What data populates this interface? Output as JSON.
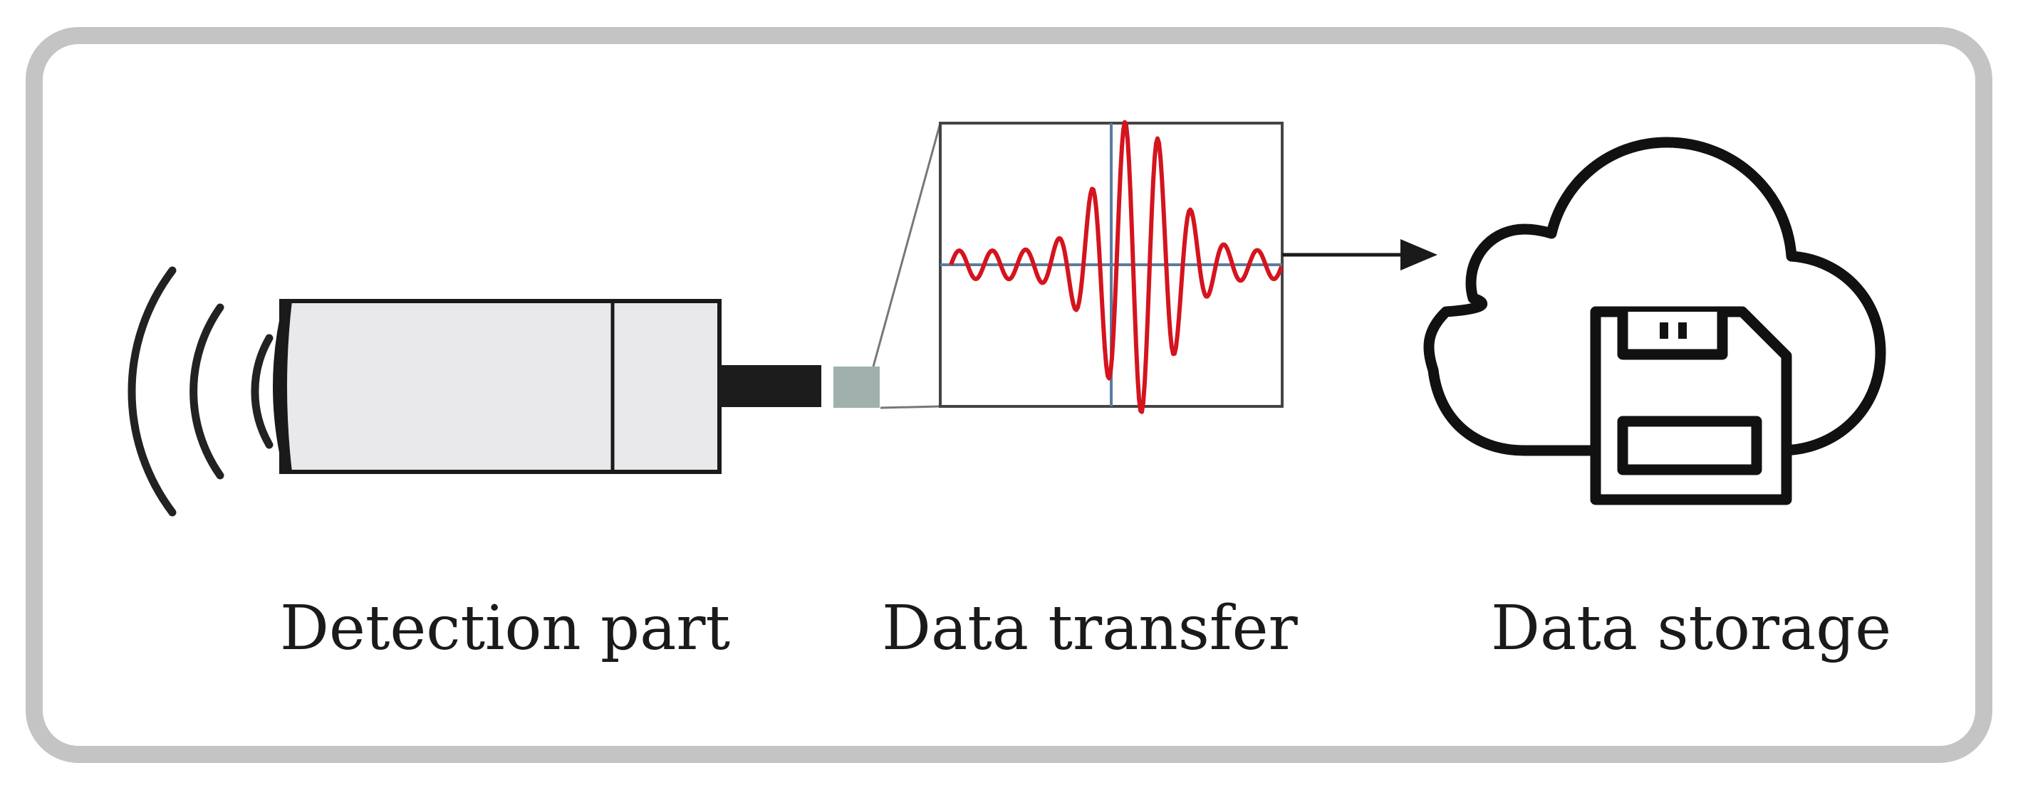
{
  "labels": {
    "detection": "Detection part",
    "transfer": "Data transfer",
    "storage": "Data storage"
  },
  "icons": {
    "cloud": "cloud-icon",
    "storage": "floppy-disk-icon",
    "signal": "signal-waves-icon"
  },
  "colors": {
    "frame": "#c4c4c4",
    "background": "#ffffff",
    "sensor_body": "#e9e9eb",
    "outline": "#1a1a1a",
    "connector": "#9fb0ad",
    "waveform": "#d4141e",
    "crosshair": "#5a7ca0"
  }
}
